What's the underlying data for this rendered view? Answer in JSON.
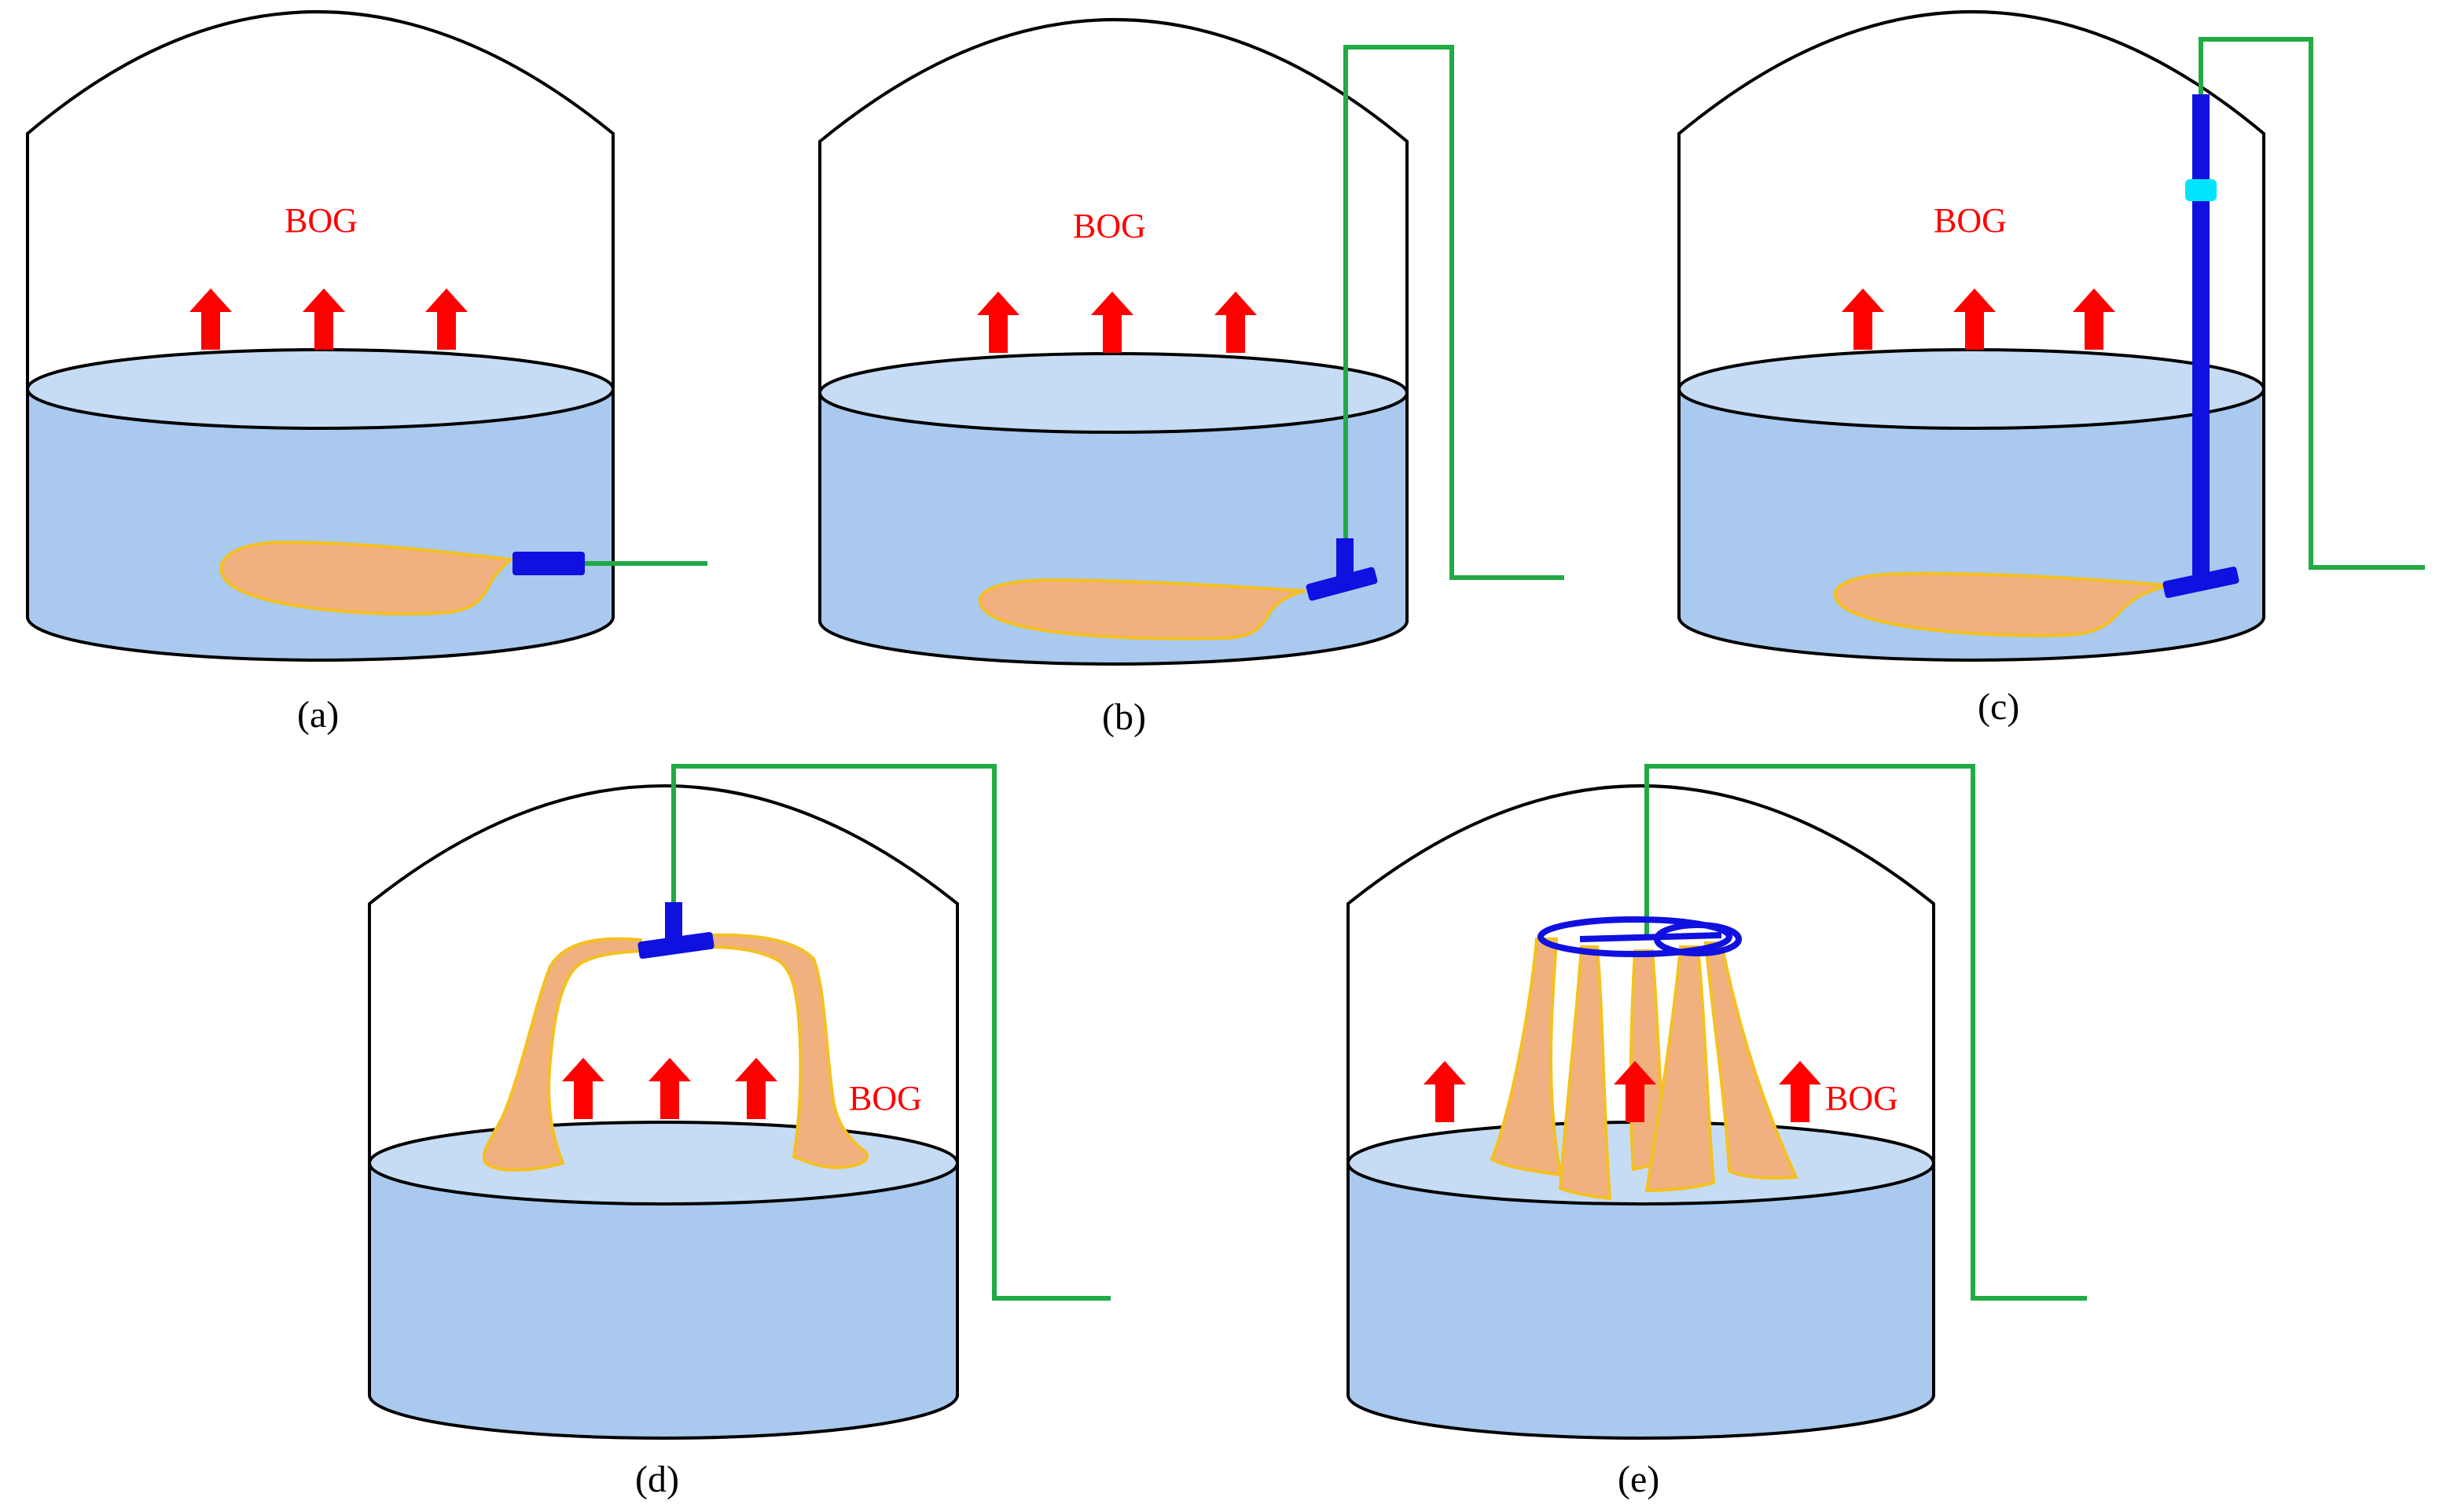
{
  "panels": [
    {
      "id": "a",
      "caption": "(a)",
      "bog_label": "BOG"
    },
    {
      "id": "b",
      "caption": "(b)",
      "bog_label": "BOG"
    },
    {
      "id": "c",
      "caption": "(c)",
      "bog_label": "BOG"
    },
    {
      "id": "d",
      "caption": "(d)",
      "bog_label": "BOG"
    },
    {
      "id": "e",
      "caption": "(e)",
      "bog_label": "BOG"
    }
  ],
  "colors": {
    "outline": "#000000",
    "liquid": "#a9c9ee",
    "liquid_surface": "#c6dcf4",
    "bog_text": "#ff0000",
    "arrow": "#ff0000",
    "pipe": "#22aa44",
    "nozzle": "#1010e0",
    "nozzle_joint": "#00e5ff",
    "spray": "#f0b080",
    "spray_edge": "#f5c020"
  },
  "icons": {
    "arrow": "up-arrow-icon",
    "nozzle": "spray-nozzle-icon",
    "ring": "spray-ring-icon"
  }
}
